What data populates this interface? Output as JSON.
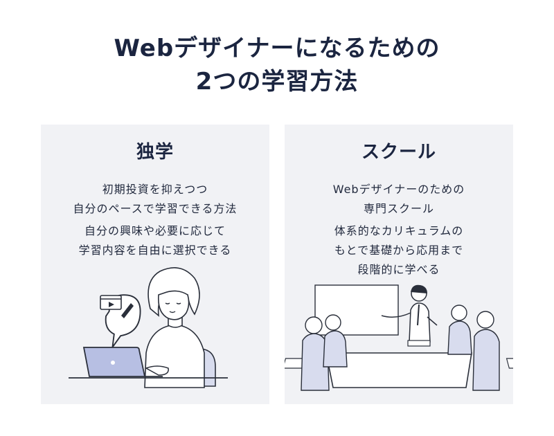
{
  "title": {
    "line1": "Webデザイナーになるための",
    "line2": "2つの学習方法"
  },
  "methods": [
    {
      "name": "独学",
      "points": [
        [
          "初期投資を抑えつつ",
          "自分のペースで学習できる方法"
        ],
        [
          "自分の興味や必要に応じて",
          "学習内容を自由に選択できる"
        ]
      ],
      "illustration": "self-study-laptop-video-icon"
    },
    {
      "name": "スクール",
      "points": [
        [
          "Webデザイナーのための",
          "専門スクール"
        ],
        [
          "体系的なカリキュラムの",
          "もとで基礎から応用まで",
          "段階的に学べる"
        ]
      ],
      "illustration": "classroom-meeting-presenter"
    }
  ],
  "colors": {
    "text_dark": "#1b2540",
    "card_bg": "#f1f2f5",
    "accent_laptop": "#b7bfe3",
    "line": "#2a2f3a"
  }
}
